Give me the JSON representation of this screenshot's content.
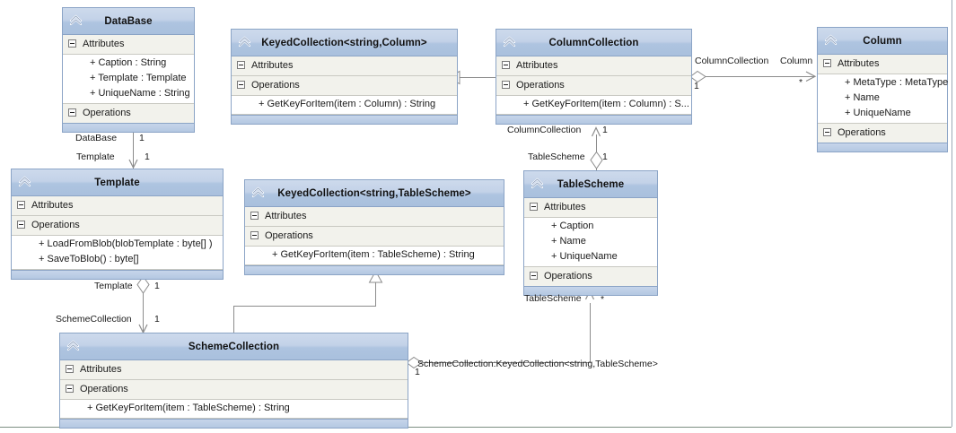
{
  "diagram": {
    "type": "uml-class-diagram",
    "classes": [
      {
        "id": "database",
        "name": "DataBase",
        "attributes_label": "Attributes",
        "operations_label": "Operations",
        "attributes": [
          "+ Caption : String",
          "+ Template : Template",
          "+ UniqueName : String"
        ],
        "operations": []
      },
      {
        "id": "keyedcollection-column",
        "name": "KeyedCollection<string,Column>",
        "attributes_label": "Attributes",
        "operations_label": "Operations",
        "attributes": [],
        "operations": [
          "+ GetKeyForItem(item : Column) : String"
        ]
      },
      {
        "id": "columncollection",
        "name": "ColumnCollection",
        "attributes_label": "Attributes",
        "operations_label": "Operations",
        "attributes": [],
        "operations": [
          "+ GetKeyForItem(item : Column) : S..."
        ]
      },
      {
        "id": "column",
        "name": "Column",
        "attributes_label": "Attributes",
        "operations_label": "Operations",
        "attributes": [
          "+ MetaType : MetaType",
          "+ Name",
          "+ UniqueName"
        ],
        "operations": []
      },
      {
        "id": "template",
        "name": "Template",
        "attributes_label": "Attributes",
        "operations_label": "Operations",
        "attributes": [],
        "operations": [
          "+ LoadFromBlob(blobTemplate : byte[] )",
          "+ SaveToBlob() : byte[]"
        ]
      },
      {
        "id": "keyedcollection-tablescheme",
        "name": "KeyedCollection<string,TableScheme>",
        "attributes_label": "Attributes",
        "operations_label": "Operations",
        "attributes": [],
        "operations": [
          "+ GetKeyForItem(item : TableScheme) : String"
        ]
      },
      {
        "id": "tablescheme",
        "name": "TableScheme",
        "attributes_label": "Attributes",
        "operations_label": "Operations",
        "attributes": [
          "+ Caption",
          "+ Name",
          "+ UniqueName"
        ],
        "operations": []
      },
      {
        "id": "schemecollection",
        "name": "SchemeCollection",
        "attributes_label": "Attributes",
        "operations_label": "Operations",
        "attributes": [],
        "operations": [
          "+ GetKeyForItem(item : TableScheme) : String"
        ]
      }
    ],
    "relationships": [
      {
        "id": "database-template",
        "kind": "association",
        "from": "DataBase",
        "to": "Template",
        "from_role": "DataBase",
        "from_multiplicity": "1",
        "to_role": "Template",
        "to_multiplicity": "1"
      },
      {
        "id": "columncollection-column",
        "kind": "aggregation",
        "from": "ColumnCollection",
        "to": "Column",
        "from_role": "ColumnCollection",
        "from_multiplicity": "1",
        "to_role": "Column",
        "to_multiplicity": "*"
      },
      {
        "id": "tablescheme-columncollection",
        "kind": "aggregation",
        "from": "TableScheme",
        "to": "ColumnCollection",
        "from_role": "TableScheme",
        "from_multiplicity": "1",
        "to_role": "ColumnCollection",
        "to_multiplicity": "1"
      },
      {
        "id": "schemecollection-tablescheme",
        "kind": "aggregation",
        "from": "SchemeCollection",
        "to": "TableScheme",
        "from_role": "SchemeCollection:KeyedCollection<string,TableScheme>",
        "from_multiplicity": "1",
        "to_role": "TableScheme",
        "to_multiplicity": "*"
      },
      {
        "id": "template-schemecollection",
        "kind": "aggregation",
        "from": "Template",
        "to": "SchemeCollection",
        "from_role": "Template",
        "from_multiplicity": "1",
        "to_role": "SchemeCollection",
        "to_multiplicity": "1"
      },
      {
        "id": "gen-columncollection",
        "kind": "generalization",
        "from": "ColumnCollection",
        "to": "KeyedCollection<string,Column>"
      },
      {
        "id": "gen-schemecollection",
        "kind": "generalization",
        "from": "SchemeCollection",
        "to": "KeyedCollection<string,TableScheme>"
      }
    ],
    "colors": {
      "header_top": "#cddaec",
      "header_bottom": "#a9c0dd",
      "border": "#8ba4c6",
      "section_bg": "#f2f2ec",
      "member_bg": "#ffffff",
      "line": "#8c8c8c",
      "text": "#1a1a1a"
    }
  }
}
